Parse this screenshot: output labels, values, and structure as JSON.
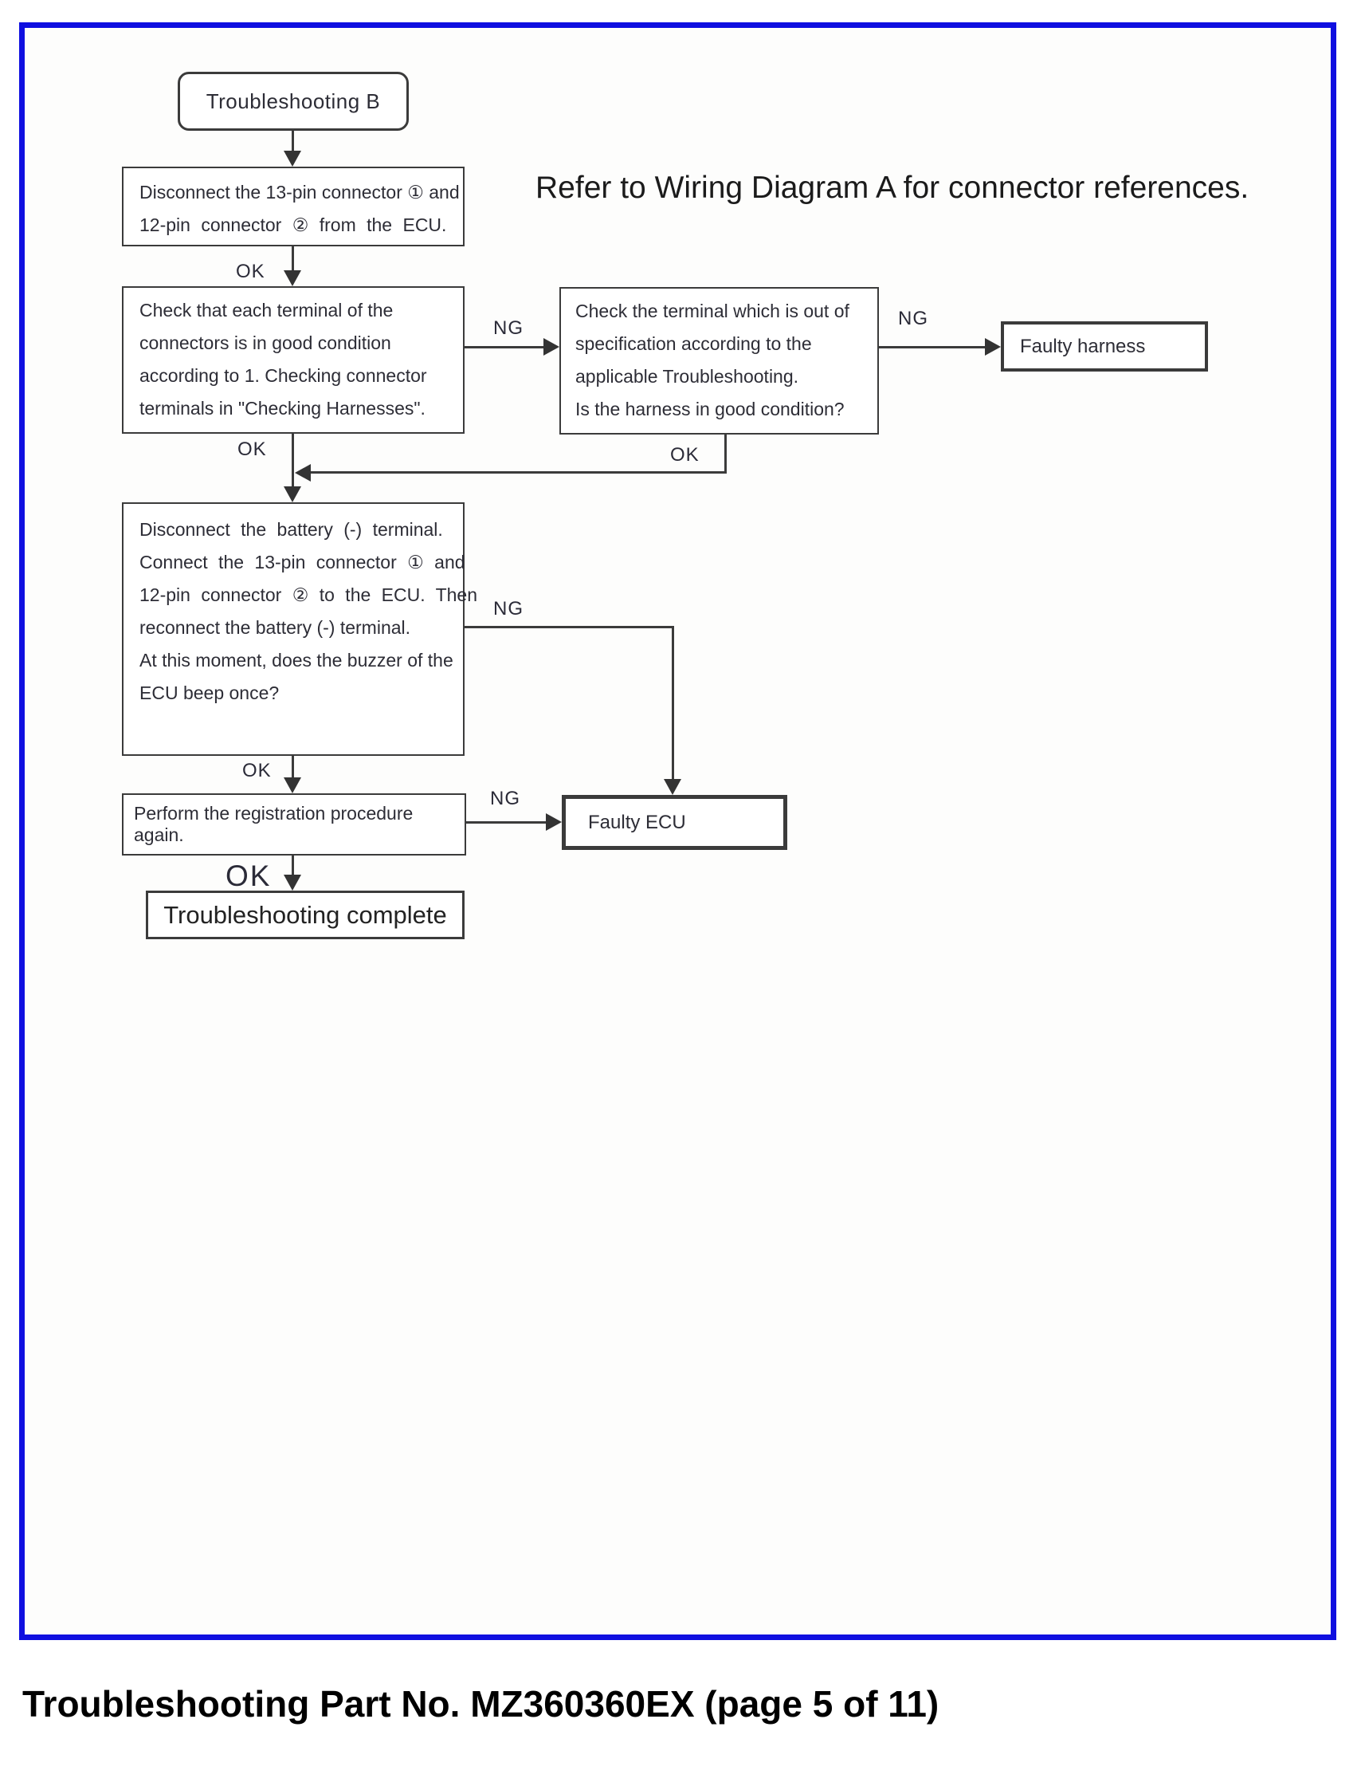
{
  "note": "Refer to Wiring Diagram A for connector references.",
  "caption": "Troubleshooting Part No. MZ360360EX (page 5 of 11)",
  "labels": {
    "ok": "OK",
    "ng": "NG"
  },
  "flowchart": {
    "start": "Troubleshooting B",
    "disconnect_box": {
      "lines": [
        "Disconnect the 13-pin connector ① and",
        "12-pin connector ② from the ECU."
      ]
    },
    "check_terminals_box": {
      "lines": [
        "Check that each terminal of the",
        "connectors is in good condition",
        "according to 1. Checking connector",
        "terminals in \"Checking Harnesses\"."
      ]
    },
    "check_spec_box": {
      "lines": [
        "Check the terminal which is out of",
        "specification according to the",
        "applicable Troubleshooting.",
        "Is the harness in good condition?"
      ]
    },
    "faulty_harness": "Faulty harness",
    "battery_box": {
      "lines": [
        "Disconnect the battery (-) terminal.",
        "Connect the 13-pin connector ① and",
        "12-pin connector ② to the ECU. Then",
        "reconnect the battery (-) terminal.",
        "At this moment, does the buzzer of the",
        "ECU beep once?"
      ]
    },
    "registration_box": "Perform the registration procedure again.",
    "faulty_ecu": "Faulty ECU",
    "complete_box": "Troubleshooting complete"
  }
}
